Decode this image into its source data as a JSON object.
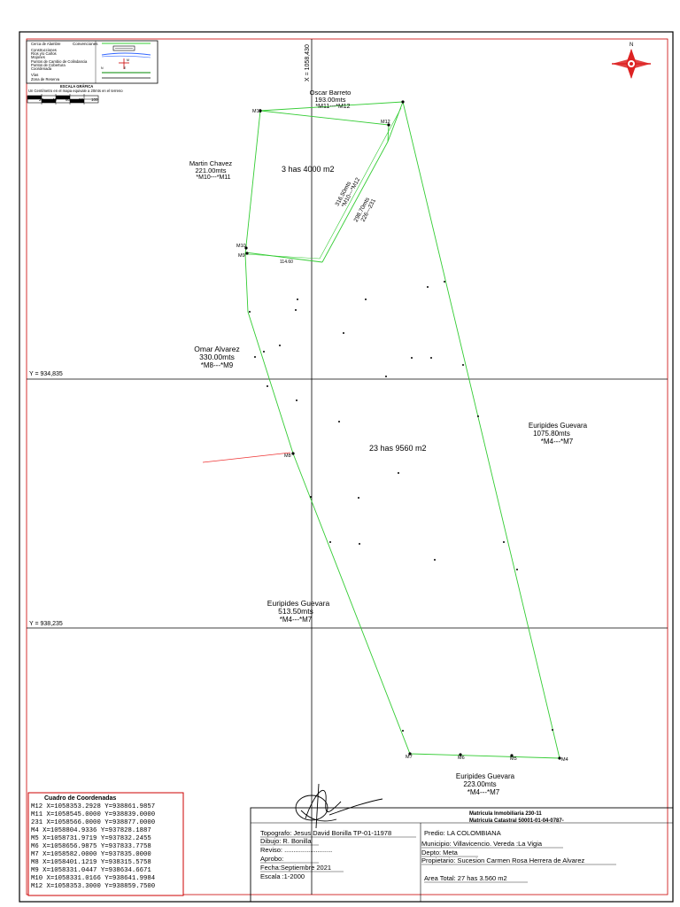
{
  "map": {
    "grid_labels": {
      "x_vertical": "X = 1058,430",
      "y_upper": "Y = 934,835",
      "y_lower": "Y = 938,235"
    },
    "legend": {
      "items": [
        "Cerca de Alambre",
        "Construcciones",
        "Ríos y/o Caños",
        "Mojones",
        "Puntos de Cambio de Colindancia",
        "Puntos de Cobertura",
        "Coordenada",
        "Vías",
        "Zona de Reserva"
      ],
      "conventions_title": "Convenciones",
      "scale_title": "ESCALA GRÁFICA",
      "scale_note": "Un Centímetro en el mapa equivale a 20mts en el terreno",
      "scale_ticks": [
        "20",
        "40",
        "60",
        "80",
        "100"
      ]
    },
    "areas": {
      "upper": "3 has 4000 m2",
      "lower": "23 has 9560 m2"
    },
    "boundary_labels": [
      {
        "name": "Oscar Barreto",
        "length": "193.00mts",
        "points": "*M11---*M12"
      },
      {
        "name": "Martin Chavez",
        "length": "221.00mts",
        "points": "*M10---*M11"
      },
      {
        "name": "Omar Alvarez",
        "length": "330.00mts",
        "points": "*M8---*M9"
      },
      {
        "name": "Euripides Guevara",
        "length": "1075.80mts",
        "points": "*M4---*M7"
      },
      {
        "name": "Euripides Guevara",
        "length": "513.50mts",
        "points": "*M4---*M7"
      },
      {
        "name": "Euripides Guevara",
        "length": "223.00mts",
        "points": "*M4---*M7"
      }
    ],
    "diagonal_labels": {
      "a_len": "316.50mts",
      "a_pts": "*M10---*M12",
      "b_len": "298.70mts",
      "b_pts": "226---231"
    },
    "small_label": "114.60",
    "point_labels": {
      "M12": "M12",
      "M11": "M11",
      "M10": "M10",
      "M9": "M9",
      "M8": "M8",
      "M7": "M7",
      "M6": "M6",
      "M5": "M5",
      "M4": "M4"
    },
    "coordinates_table": {
      "title": "Cuadro de Coordenadas",
      "rows": [
        "M12  X=1058353.2928  Y=938861.9857",
        "M11  X=1058545.0000  Y=938839.0000",
        "231  X=1058566.0000  Y=938877.0000",
        "M4  X=1058804.9336  Y=937828.1887",
        "M5  X=1058731.9719  Y=937832.2455",
        "M6  X=1058656.9875  Y=937833.7758",
        "M7  X=1058582.0000  Y=937835.0000",
        "M8  X=1058401.1219  Y=938315.5758",
        "M9  X=1058331.0447  Y=938634.6671",
        "M10  X=1058331.0166  Y=938641.9984",
        "M12  X=1058353.3000  Y=938859.7500"
      ]
    },
    "title_block": {
      "matricula_inmobiliaria": "Matricula Inmobiliaria 230-11",
      "matricula_catastral": "Matricula Catastral 50001-01-04-0787-",
      "topografo": "Topografo: Jesus David Bonilla   TP-01-11978",
      "dibujo": "Dibujo: R. Bonilla",
      "reviso": "Reviso: ..........................",
      "aprobo": "Aprobo:",
      "fecha": "Fecha:Septiembre 2021",
      "escala": "Escala :1-2000",
      "predio": "Predio:    LA COLOMBIANA",
      "municipio": "Municipio: Villavicencio. Vereda :La Vigia",
      "depto": "Depto:       Meta",
      "propietario": "Propietario:   Sucesion Carmen Rosa Herrera de Alvarez",
      "area_total": "Area Total:    27 has 3.560 m2"
    },
    "north_label": "N",
    "colors": {
      "boundary": "#33cc33",
      "grid": "#000000",
      "frame_red": "#cc0000",
      "north_arrow": "#dd2222"
    }
  }
}
